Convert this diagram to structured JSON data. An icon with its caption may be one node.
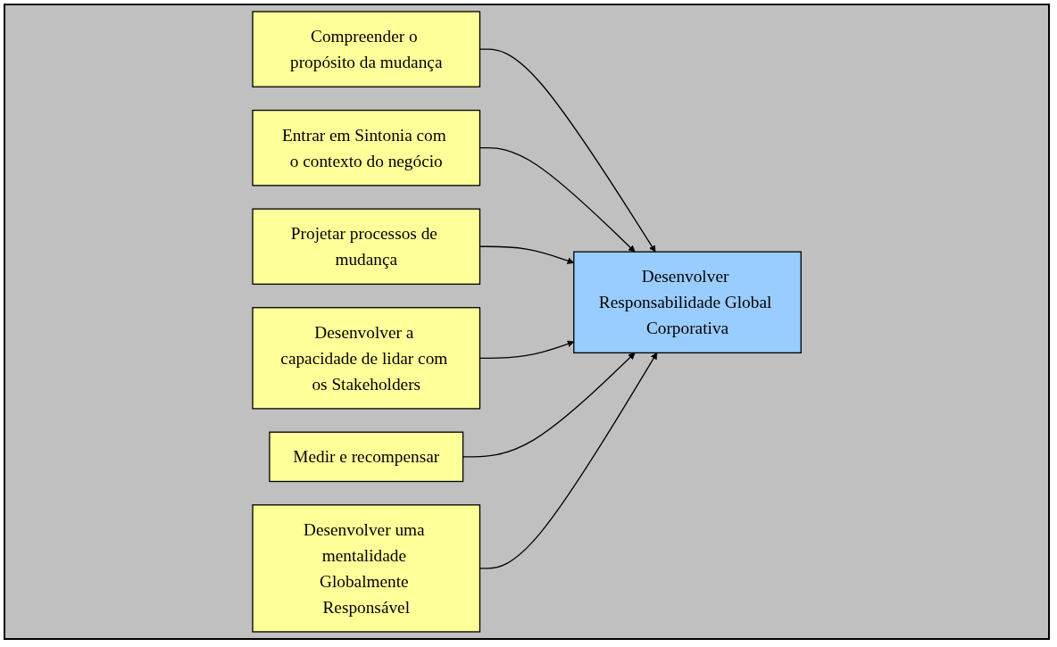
{
  "diagram": {
    "nodes": [
      {
        "text": [
          "Compreender o propósito da mudança"
        ]
      },
      {
        "text": [
          "Entrar em Sintonia com o contexto do negócio"
        ]
      },
      {
        "text": [
          "Desenvolver Responsabilidade Global Corporativa"
        ]
      },
      {
        "text": [
          "Projetar processos de mudança"
        ]
      },
      {
        "text": [
          "Desenvolver a capacidade de lidar com os Stakeholders"
        ]
      },
      {
        "text": [
          "Medir e recompensar"
        ]
      },
      {
        "text": [
          "Desenvolver uma mentalidade Globalmente Responsável"
        ]
      }
    ],
    "edges": [
      {
        "from": 0,
        "to": 2,
        "arrow": "to"
      },
      {
        "from": 1,
        "to": 2,
        "arrow": "to"
      },
      {
        "from": 3,
        "to": 2,
        "arrow": "to"
      },
      {
        "from": 4,
        "to": 2,
        "arrow": "to"
      },
      {
        "from": 5,
        "to": 2,
        "arrow": "to"
      },
      {
        "from": 6,
        "to": 2,
        "arrow": "to"
      }
    ]
  }
}
